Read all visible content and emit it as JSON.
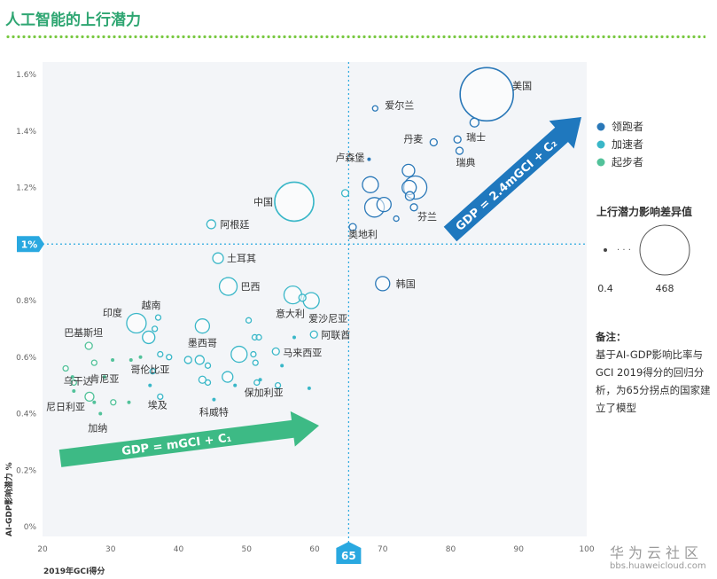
{
  "title": "人工智能的上行潜力",
  "note": {
    "title": "备注：",
    "text": "基于AI-GDP影响比率与GCI 2019得分的回归分析，为65分拐点的国家建立了模型"
  },
  "watermark": {
    "main": "华为云社区",
    "sub": "bbs.huaweicloud.com"
  },
  "colors": {
    "leader": "#2a78b8",
    "accelerator": "#3ab7c8",
    "starter": "#52c29a",
    "arrow_green": "#3dba85",
    "arrow_blue": "#1f78be",
    "marker": "#29a8e0",
    "grid_dotted": "#29a8e0"
  },
  "chart_data": {
    "type": "scatter",
    "xlabel": "2019年GCI得分",
    "ylabel": "AI-GDP影响潜力 %",
    "xlim": [
      20,
      100
    ],
    "ylim": [
      0,
      1.6
    ],
    "x_ticks": [
      "20",
      "30",
      "40",
      "50",
      "60",
      "70",
      "80",
      "90",
      "100"
    ],
    "y_ticks": [
      "0%",
      "0.2%",
      "0.4%",
      "0.6%",
      "0.8%",
      "1%",
      "1.2%",
      "1.4%",
      "1.6%"
    ],
    "grid": false,
    "threshold": {
      "x": 65,
      "x_label": "65",
      "y": 1.0,
      "y_label": "1%"
    },
    "legend": {
      "position": "right",
      "items": [
        {
          "name": "领跑者",
          "color": "#2a78b8"
        },
        {
          "name": "加速者",
          "color": "#3ab7c8"
        },
        {
          "name": "起步者",
          "color": "#52c29a"
        }
      ]
    },
    "size_legend": {
      "title": "上行潜力影响差异值",
      "min_label": "0.4",
      "max_label": "468",
      "ellipsis": "· · ·"
    },
    "arrows": [
      {
        "text": "GDP = mGCI + C₁",
        "color": "#3dba85"
      },
      {
        "text": "GDP = 2.4mGCI + C₂",
        "color": "#1f78be"
      }
    ],
    "points": [
      {
        "x": 85.3,
        "y": 1.53,
        "r": 30,
        "group": "leader",
        "label": "美国"
      },
      {
        "x": 68.9,
        "y": 1.48,
        "r": 3,
        "group": "leader",
        "label": "爱尔兰"
      },
      {
        "x": 83.5,
        "y": 1.43,
        "r": 5,
        "group": "leader",
        "label": ""
      },
      {
        "x": 81.0,
        "y": 1.37,
        "r": 4,
        "group": "leader",
        "label": "瑞士"
      },
      {
        "x": 77.5,
        "y": 1.36,
        "r": 4,
        "group": "leader",
        "label": "丹麦"
      },
      {
        "x": 81.3,
        "y": 1.33,
        "r": 4,
        "group": "leader",
        "label": "瑞典"
      },
      {
        "x": 68.0,
        "y": 1.3,
        "r": 2,
        "group": "leader",
        "label": "卢森堡"
      },
      {
        "x": 73.8,
        "y": 1.26,
        "r": 7,
        "group": "leader",
        "label": ""
      },
      {
        "x": 68.2,
        "y": 1.21,
        "r": 9,
        "group": "leader",
        "label": ""
      },
      {
        "x": 74.8,
        "y": 1.2,
        "r": 13,
        "group": "leader",
        "label": ""
      },
      {
        "x": 73.9,
        "y": 1.2,
        "r": 8,
        "group": "leader",
        "label": ""
      },
      {
        "x": 74.0,
        "y": 1.17,
        "r": 5,
        "group": "leader",
        "label": ""
      },
      {
        "x": 68.8,
        "y": 1.13,
        "r": 11,
        "group": "leader",
        "label": ""
      },
      {
        "x": 70.2,
        "y": 1.14,
        "r": 8,
        "group": "leader",
        "label": ""
      },
      {
        "x": 74.6,
        "y": 1.13,
        "r": 4,
        "group": "leader",
        "label": "芬兰"
      },
      {
        "x": 72.0,
        "y": 1.09,
        "r": 3,
        "group": "leader",
        "label": ""
      },
      {
        "x": 64.5,
        "y": 1.18,
        "r": 4,
        "group": "accelerator",
        "label": ""
      },
      {
        "x": 57.0,
        "y": 1.15,
        "r": 22,
        "group": "accelerator",
        "label": "中国"
      },
      {
        "x": 65.6,
        "y": 1.06,
        "r": 4,
        "group": "leader",
        "label": "奥地利"
      },
      {
        "x": 44.8,
        "y": 1.07,
        "r": 5,
        "group": "accelerator",
        "label": "阿根廷"
      },
      {
        "x": 45.8,
        "y": 0.95,
        "r": 6,
        "group": "accelerator",
        "label": "土耳其"
      },
      {
        "x": 70.0,
        "y": 0.86,
        "r": 8,
        "group": "leader",
        "label": "韩国"
      },
      {
        "x": 47.3,
        "y": 0.85,
        "r": 10,
        "group": "accelerator",
        "label": "巴西"
      },
      {
        "x": 56.8,
        "y": 0.82,
        "r": 10,
        "group": "accelerator",
        "label": "意大利"
      },
      {
        "x": 59.5,
        "y": 0.8,
        "r": 9,
        "group": "accelerator",
        "label": "爱沙尼亚"
      },
      {
        "x": 58.2,
        "y": 0.81,
        "r": 4,
        "group": "accelerator",
        "label": ""
      },
      {
        "x": 33.8,
        "y": 0.72,
        "r": 11,
        "group": "accelerator",
        "label": "印度"
      },
      {
        "x": 37.0,
        "y": 0.74,
        "r": 3,
        "group": "accelerator",
        "label": "越南"
      },
      {
        "x": 43.5,
        "y": 0.71,
        "r": 8,
        "group": "accelerator",
        "label": "墨西哥"
      },
      {
        "x": 50.3,
        "y": 0.73,
        "r": 3,
        "group": "accelerator",
        "label": ""
      },
      {
        "x": 36.5,
        "y": 0.7,
        "r": 3,
        "group": "accelerator",
        "label": ""
      },
      {
        "x": 59.9,
        "y": 0.68,
        "r": 4,
        "group": "accelerator",
        "label": "阿联酋"
      },
      {
        "x": 57.0,
        "y": 0.67,
        "r": 2,
        "group": "accelerator",
        "label": ""
      },
      {
        "x": 35.6,
        "y": 0.67,
        "r": 7,
        "group": "accelerator",
        "label": ""
      },
      {
        "x": 51.2,
        "y": 0.67,
        "r": 3,
        "group": "accelerator",
        "label": ""
      },
      {
        "x": 51.8,
        "y": 0.67,
        "r": 3,
        "group": "accelerator",
        "label": ""
      },
      {
        "x": 54.3,
        "y": 0.62,
        "r": 4,
        "group": "accelerator",
        "label": "马来西亚"
      },
      {
        "x": 48.9,
        "y": 0.61,
        "r": 9,
        "group": "accelerator",
        "label": ""
      },
      {
        "x": 51.0,
        "y": 0.61,
        "r": 3,
        "group": "accelerator",
        "label": ""
      },
      {
        "x": 37.3,
        "y": 0.61,
        "r": 3,
        "group": "accelerator",
        "label": ""
      },
      {
        "x": 38.6,
        "y": 0.6,
        "r": 3,
        "group": "accelerator",
        "label": ""
      },
      {
        "x": 41.4,
        "y": 0.59,
        "r": 4,
        "group": "accelerator",
        "label": ""
      },
      {
        "x": 43.1,
        "y": 0.59,
        "r": 5,
        "group": "accelerator",
        "label": ""
      },
      {
        "x": 51.3,
        "y": 0.58,
        "r": 3,
        "group": "accelerator",
        "label": ""
      },
      {
        "x": 44.3,
        "y": 0.57,
        "r": 3,
        "group": "accelerator",
        "label": ""
      },
      {
        "x": 55.2,
        "y": 0.57,
        "r": 2,
        "group": "accelerator",
        "label": ""
      },
      {
        "x": 36.2,
        "y": 0.55,
        "r": 3,
        "group": "accelerator",
        "label": "哥伦比亚"
      },
      {
        "x": 47.2,
        "y": 0.53,
        "r": 6,
        "group": "accelerator",
        "label": ""
      },
      {
        "x": 43.5,
        "y": 0.52,
        "r": 4,
        "group": "accelerator",
        "label": ""
      },
      {
        "x": 44.3,
        "y": 0.51,
        "r": 3,
        "group": "accelerator",
        "label": ""
      },
      {
        "x": 51.5,
        "y": 0.51,
        "r": 3,
        "group": "accelerator",
        "label": ""
      },
      {
        "x": 48.3,
        "y": 0.5,
        "r": 2,
        "group": "accelerator",
        "label": ""
      },
      {
        "x": 35.8,
        "y": 0.5,
        "r": 2,
        "group": "accelerator",
        "label": ""
      },
      {
        "x": 54.6,
        "y": 0.5,
        "r": 3,
        "group": "accelerator",
        "label": ""
      },
      {
        "x": 59.2,
        "y": 0.49,
        "r": 2,
        "group": "accelerator",
        "label": ""
      },
      {
        "x": 37.3,
        "y": 0.46,
        "r": 3,
        "group": "accelerator",
        "label": "埃及"
      },
      {
        "x": 45.2,
        "y": 0.45,
        "r": 2,
        "group": "accelerator",
        "label": "科威特"
      },
      {
        "x": 52.0,
        "y": 0.52,
        "r": 2,
        "group": "accelerator",
        "label": "保加利亚"
      },
      {
        "x": 26.8,
        "y": 0.64,
        "r": 4,
        "group": "starter",
        "label": "巴基斯坦"
      },
      {
        "x": 27.6,
        "y": 0.58,
        "r": 3,
        "group": "starter",
        "label": ""
      },
      {
        "x": 30.3,
        "y": 0.59,
        "r": 2,
        "group": "starter",
        "label": ""
      },
      {
        "x": 33.0,
        "y": 0.59,
        "r": 2,
        "group": "starter",
        "label": ""
      },
      {
        "x": 34.4,
        "y": 0.6,
        "r": 2,
        "group": "starter",
        "label": ""
      },
      {
        "x": 23.4,
        "y": 0.56,
        "r": 3,
        "group": "starter",
        "label": "乌干达"
      },
      {
        "x": 24.4,
        "y": 0.53,
        "r": 2,
        "group": "starter",
        "label": ""
      },
      {
        "x": 29.1,
        "y": 0.53,
        "r": 2,
        "group": "starter",
        "label": "肯尼亚"
      },
      {
        "x": 24.6,
        "y": 0.51,
        "r": 3,
        "group": "starter",
        "label": ""
      },
      {
        "x": 24.6,
        "y": 0.48,
        "r": 2,
        "group": "starter",
        "label": ""
      },
      {
        "x": 26.9,
        "y": 0.46,
        "r": 5,
        "group": "starter",
        "label": "尼日利亚"
      },
      {
        "x": 30.4,
        "y": 0.44,
        "r": 3,
        "group": "starter",
        "label": ""
      },
      {
        "x": 27.6,
        "y": 0.44,
        "r": 2,
        "group": "starter",
        "label": ""
      },
      {
        "x": 32.7,
        "y": 0.44,
        "r": 2,
        "group": "starter",
        "label": ""
      },
      {
        "x": 28.5,
        "y": 0.4,
        "r": 2,
        "group": "starter",
        "label": "加纳"
      }
    ]
  }
}
